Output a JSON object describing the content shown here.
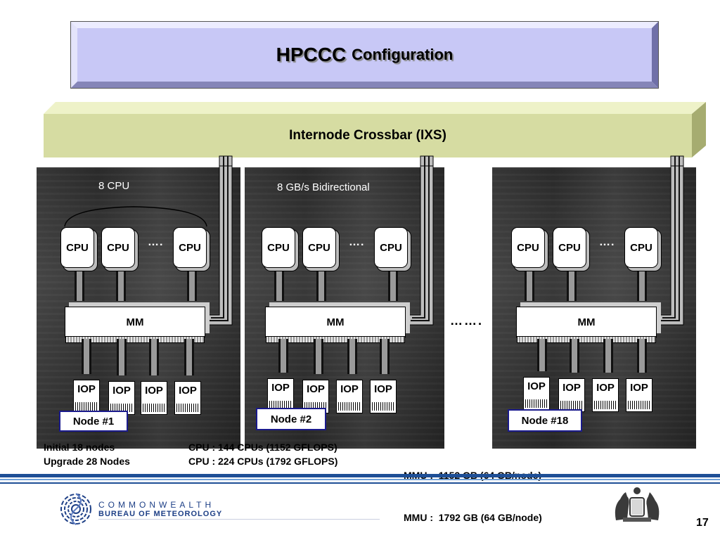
{
  "title": {
    "main": "HPCCC",
    "sub": "Configuration"
  },
  "crossbar": {
    "label": "Internode Crossbar (IXS)"
  },
  "annotations": {
    "cpu_count": "8 CPU",
    "bandwidth": "8 GB/s Bidirectional",
    "ellipsis_small": "….",
    "ellipsis_between": "……."
  },
  "nodes": [
    {
      "tag": "Node #1",
      "cpu": [
        "CPU",
        "CPU",
        "CPU"
      ],
      "mm": "MM",
      "iop": [
        "IOP",
        "IOP",
        "IOP",
        "IOP"
      ]
    },
    {
      "tag": "Node #2",
      "cpu": [
        "CPU",
        "CPU",
        "CPU"
      ],
      "mm": "MM",
      "iop": [
        "IOP",
        "IOP",
        "IOP",
        "IOP"
      ]
    },
    {
      "tag": "Node #18",
      "cpu": [
        "CPU",
        "CPU",
        "CPU"
      ],
      "mm": "MM",
      "iop": [
        "IOP",
        "IOP",
        "IOP",
        "IOP"
      ]
    }
  ],
  "footnote": {
    "rows": [
      {
        "nodes": "Initial 18 nodes",
        "cpu": "CPU : 144 CPUs (1152 GFLOPS)",
        "mmu": "MMU :  1152 GB (64 GB/node)"
      },
      {
        "nodes": "Upgrade 28 Nodes",
        "cpu": "CPU : 224 CPUs (1792 GFLOPS)",
        "mmu": "MMU :  1792 GB (64 GB/node)"
      }
    ]
  },
  "footer": {
    "org_line1": "COMMONWEALTH",
    "org_line2": "BUREAU OF METEOROLOGY",
    "page_number": "17"
  },
  "colors": {
    "title_fill": "#c8c8f6",
    "crossbar_fill": "#d6dca2",
    "footer_blue": "#1e4f96",
    "node_tag_border": "#1a1a8c"
  }
}
